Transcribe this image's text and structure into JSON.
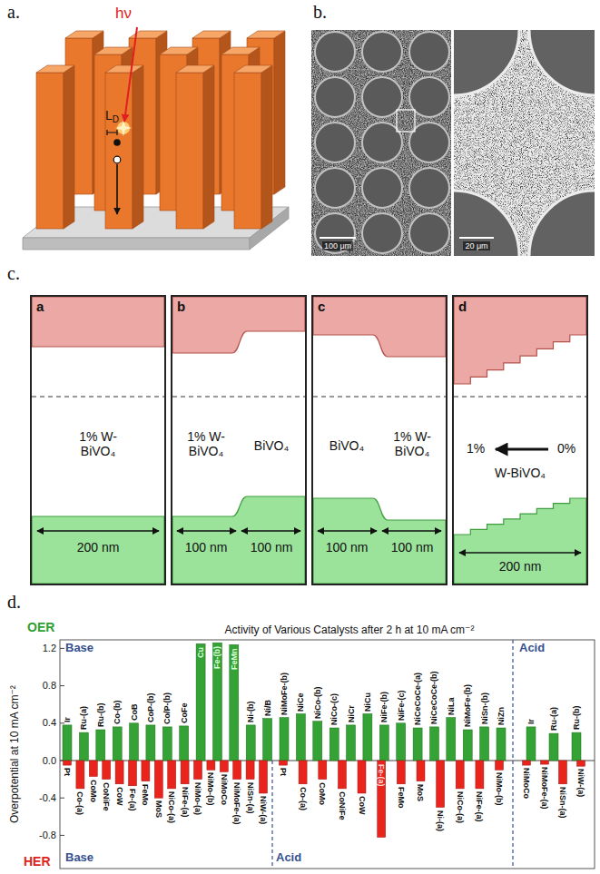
{
  "diagram": {
    "nodes": [
      {
        "text": [
          "a",
          "1% W- BiVO₄",
          "200 nm"
        ]
      },
      {
        "text": [
          "b",
          "1% W- BiVO₄",
          "BiVO₄",
          "100 nm",
          "100 nm"
        ]
      },
      {
        "text": [
          "c",
          "BiVO₄",
          "1% W- BiVO₄",
          "100 nm",
          "100 nm"
        ]
      },
      {
        "text": [
          "d",
          "1%",
          "0%",
          "W-BiVO₄",
          "200 nm"
        ]
      }
    ],
    "labels": [
      "a.",
      "hν",
      "L",
      "D",
      "b.",
      "100 μm",
      "20 μm",
      "c.",
      "d.",
      "OER",
      "Activity of Various Catalysts after 2 h at 10 mA cm⁻²",
      "Base",
      "Acid",
      "Base",
      "Acid",
      "HER",
      "Overpotential at 10 mA cm⁻²",
      "1.2",
      "0.8",
      "0.4",
      "0.0",
      "-0.4",
      "-0.8",
      "Ir",
      "Ru-(a)",
      "Ru-(b)",
      "Co-(b)",
      "CoB",
      "CoP-(b)",
      "Co/P-(b)",
      "CoFe",
      "Cu",
      "Fe-(b)",
      "FeMn",
      "Ni-(b)",
      "Ni/B",
      "NiMoFe-(b)",
      "NiCe",
      "NiCo-(b)",
      "NiCo-(c)",
      "NiCr",
      "NiCu",
      "NiFe-(b)",
      "NiFe-(c)",
      "NiCeCoCe-(a)",
      "NiCeCoCe-(b)",
      "NiLa",
      "NiMoFe-(b)",
      "NiSn-(b)",
      "NiZn",
      "Ir",
      "Ru-(a)",
      "Ru-(b)",
      "Pt",
      "Co-(a)",
      "CoMo",
      "CoNiFe",
      "CoW",
      "Fe-(a)",
      "FeMo",
      "MoS",
      "NiCo-(a)",
      "NiFe-(a)",
      "NiMo-(a)",
      "NiMo-(b)",
      "NiMoCo",
      "NiMoFe-(a)",
      "NiSn-(a)",
      "NiW-(a)",
      "Pt",
      "Co-(a)",
      "CoMo",
      "CoNiFe",
      "CoW",
      "Fe-(a)",
      "FeMo",
      "MoS",
      "Ni-(a)",
      "NiCo-(a)",
      "NiFe-(a)",
      "NiMo-(b)",
      "NiMoCo",
      "NiMoFe-(a)",
      "NiSn-(a)",
      "NiW-(a)"
    ]
  }
}
